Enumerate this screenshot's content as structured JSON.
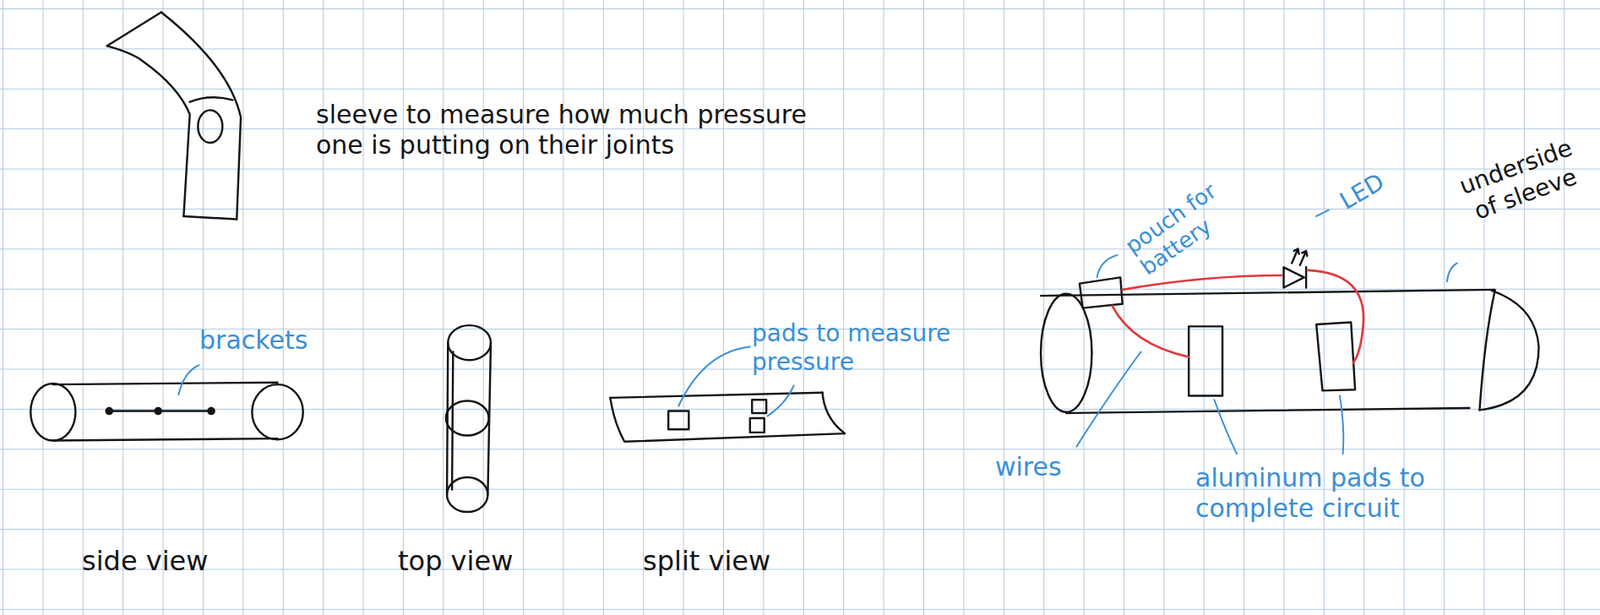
{
  "diagram": {
    "labels": [
      "sleeve to measure how much pressure one is putting on their joints",
      "brackets",
      "pads to measure pressure",
      "side view",
      "top view",
      "split view",
      "pouch for battery",
      "LED",
      "underside of sleeve",
      "wires",
      "aluminum pads to complete circuit"
    ]
  }
}
